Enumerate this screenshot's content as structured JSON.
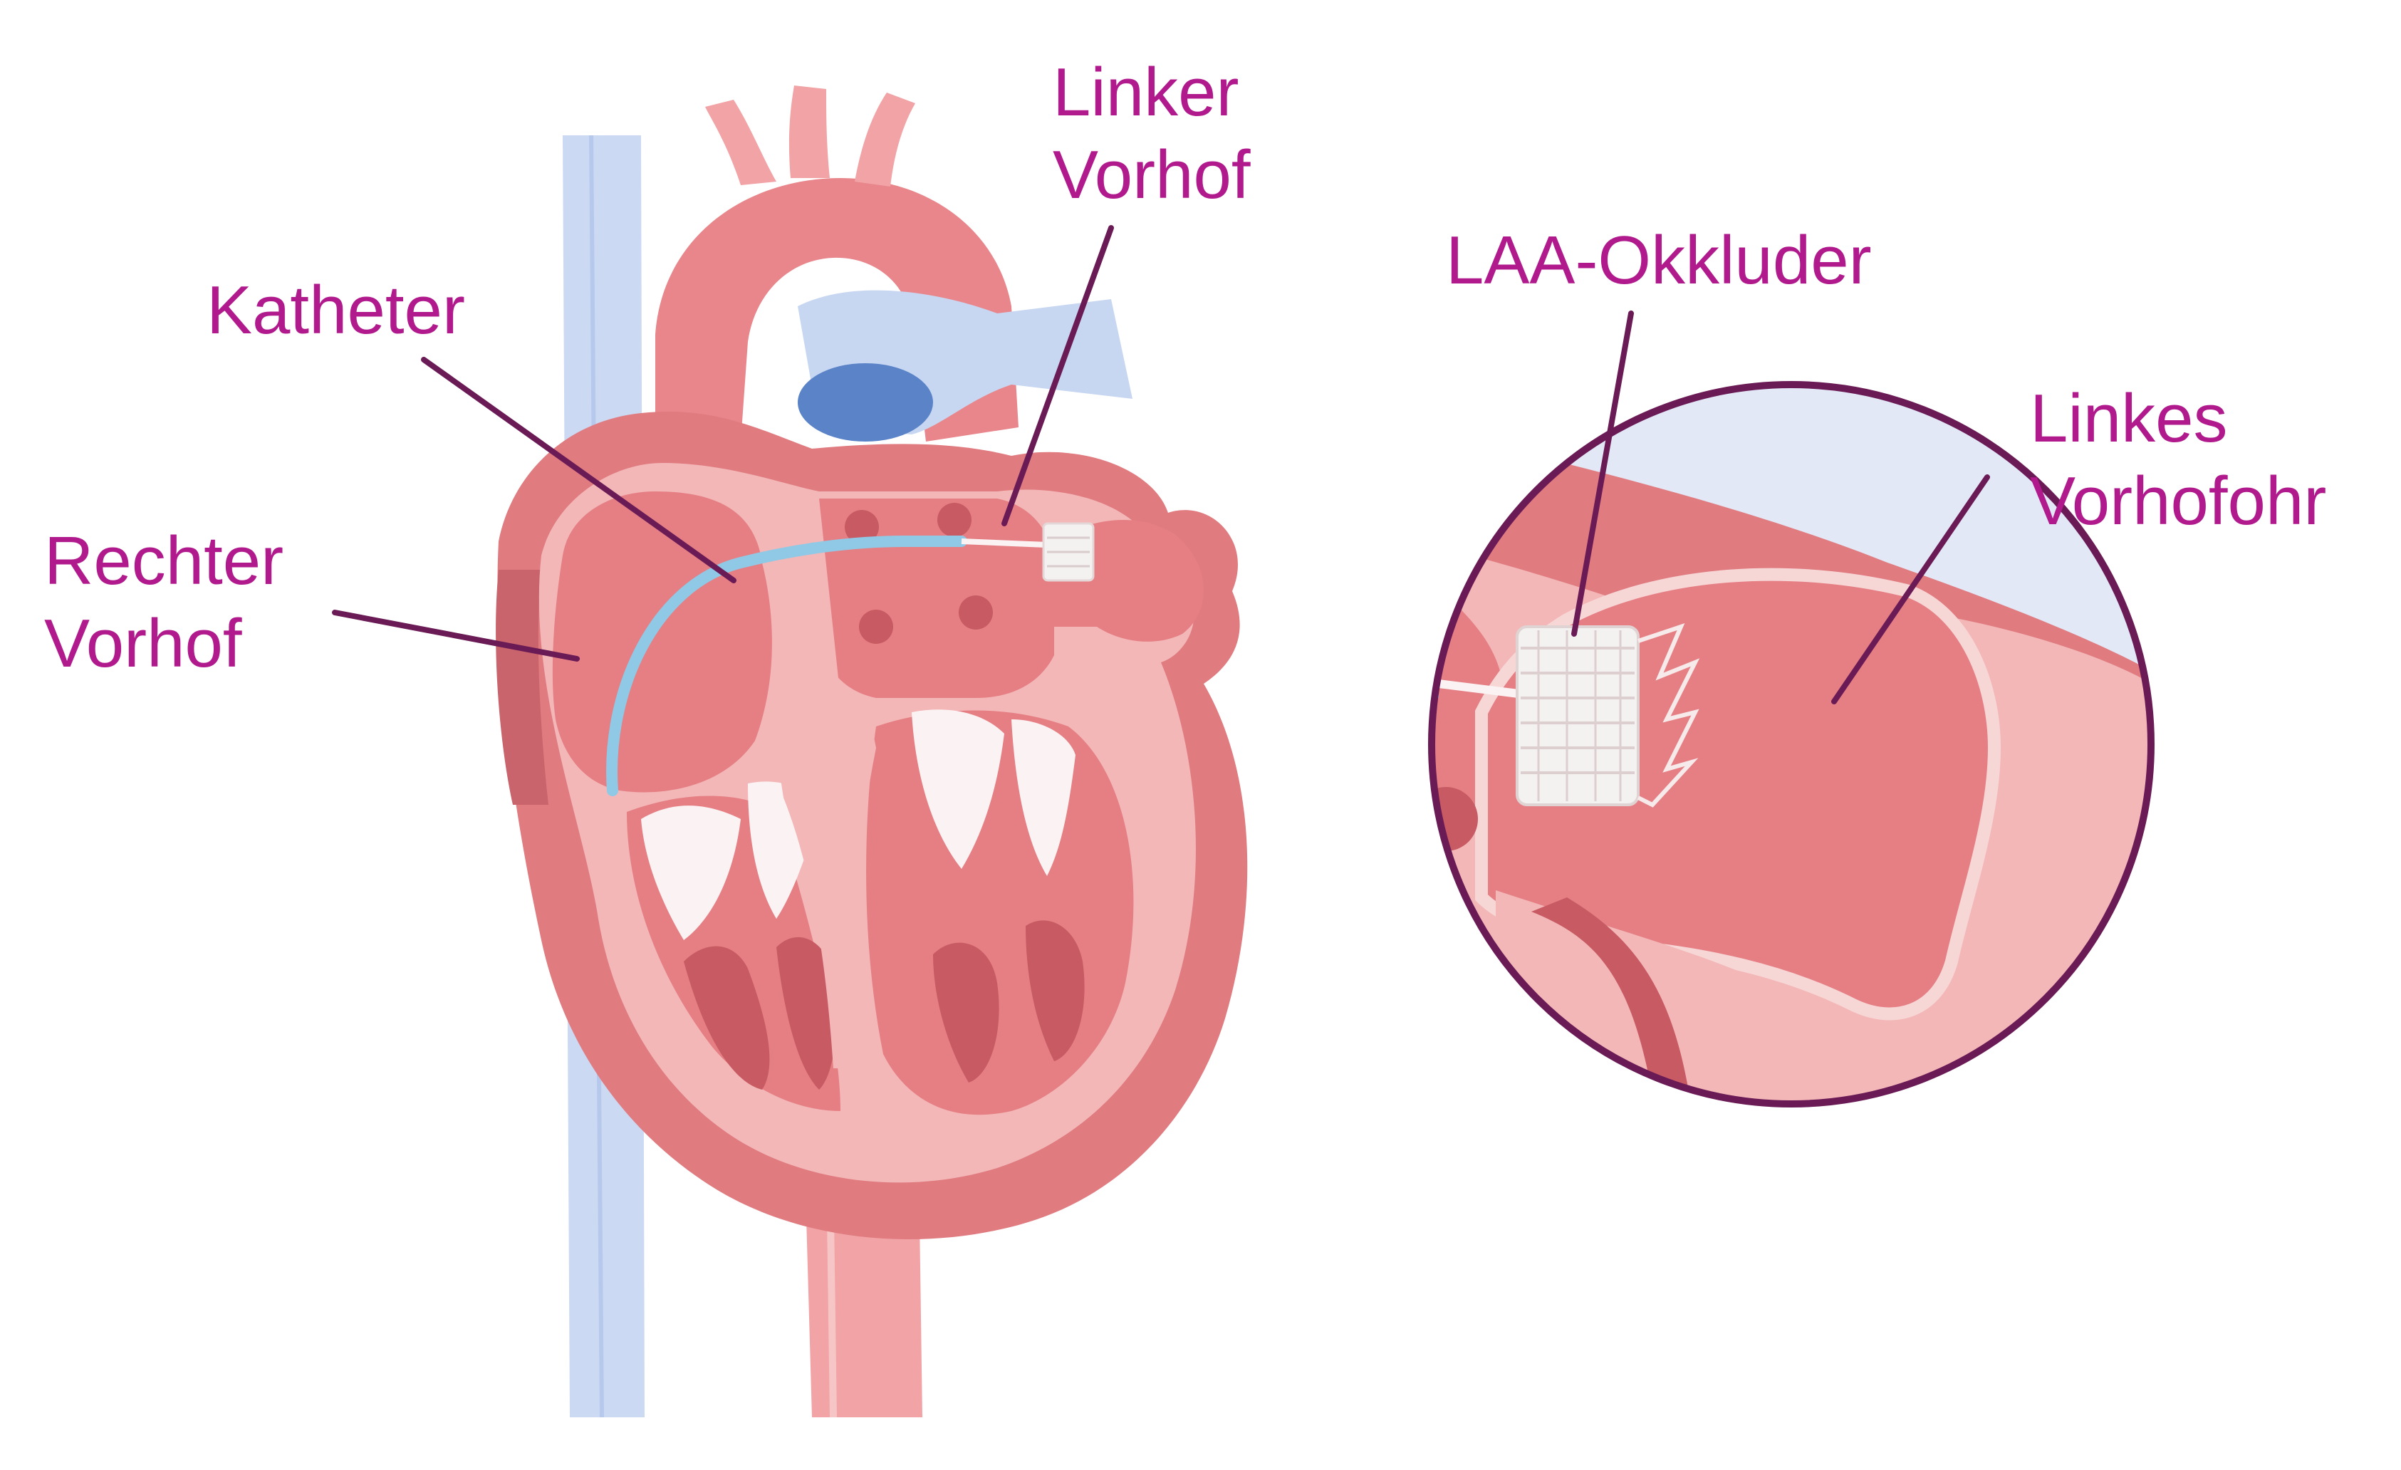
{
  "colors": {
    "label_text": "#b01a8c",
    "leader_line": "#6a1a55",
    "inset_ring": "#6a1a55",
    "vein_blue": "#cbd9f3",
    "vein_blue_dark": "#5b84c8",
    "heart_outer": "#e07b80",
    "heart_inner": "#f3b7b7",
    "chamber": "#e57f84",
    "muscle_dark": "#c85a63",
    "catheter": "#8fc9e6",
    "occluder": "#f4f1f1"
  },
  "labels": {
    "katheter": {
      "lines": [
        "Katheter"
      ]
    },
    "linker_vorhof": {
      "lines": [
        "Linker",
        "Vorhof"
      ]
    },
    "rechter_vorhof": {
      "lines": [
        "Rechter",
        "Vorhof"
      ]
    },
    "laa_okkluder": {
      "lines": [
        "LAA-Okkluder"
      ]
    },
    "linkes_vorhofohr": {
      "lines": [
        "Linkes",
        "Vorhofohr"
      ]
    }
  }
}
